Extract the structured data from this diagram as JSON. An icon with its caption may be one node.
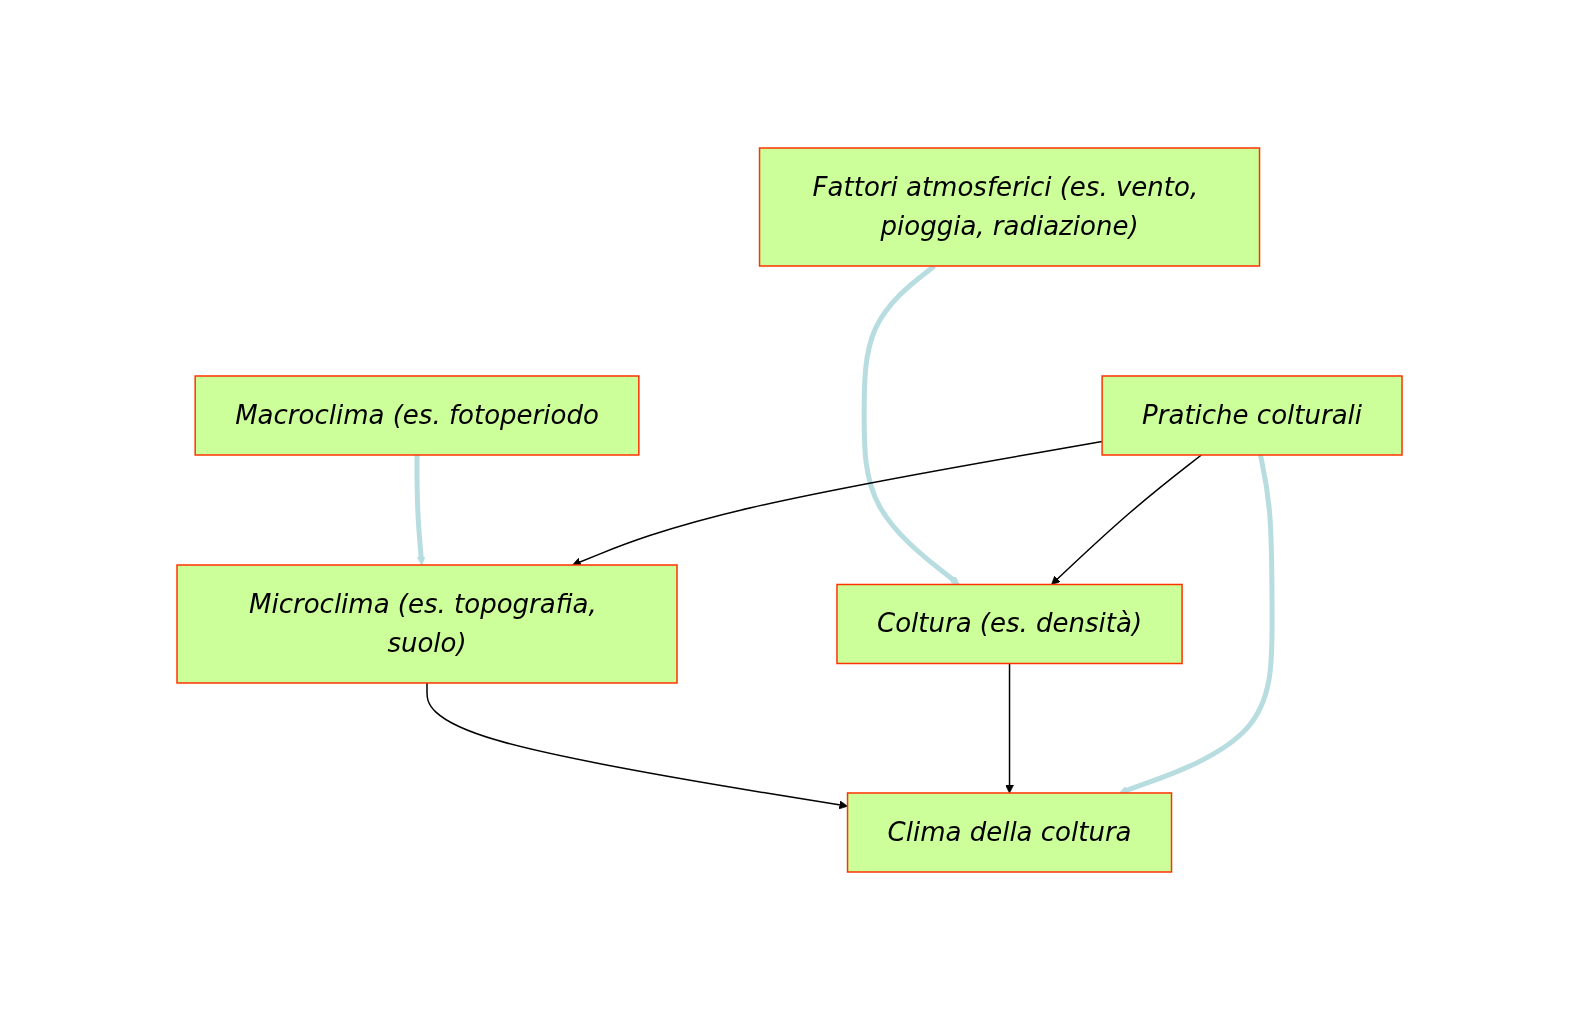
{
  "diagram": {
    "nodes": [
      {
        "text": [
          "Macroclima (es. fotoperiodo"
        ]
      },
      {
        "text": [
          "Fattori atmosferici (es. vento, pioggia, radiazione)"
        ]
      },
      {
        "text": [
          "Microclima (es. topografia, suolo)"
        ]
      },
      {
        "text": [
          "Coltura (es. densità)"
        ]
      },
      {
        "text": [
          "Clima della coltura"
        ]
      },
      {
        "text": [
          "Pratiche colturali"
        ]
      }
    ],
    "edges": [
      {
        "from": 0,
        "to": 2,
        "arrow": "to",
        "style": "thick",
        "color": "#b7dde0"
      },
      {
        "from": 1,
        "to": 3,
        "arrow": "to",
        "style": "thick",
        "color": "#b7dde0"
      },
      {
        "from": 2,
        "to": 4,
        "arrow": "to"
      },
      {
        "from": 3,
        "to": 4,
        "arrow": "to"
      },
      {
        "from": 5,
        "to": 4,
        "arrow": "to",
        "style": "thick",
        "color": "#b7dde0"
      },
      {
        "from": 5,
        "to": 2,
        "arrow": "to"
      },
      {
        "from": 5,
        "to": 3,
        "arrow": "to"
      }
    ]
  }
}
